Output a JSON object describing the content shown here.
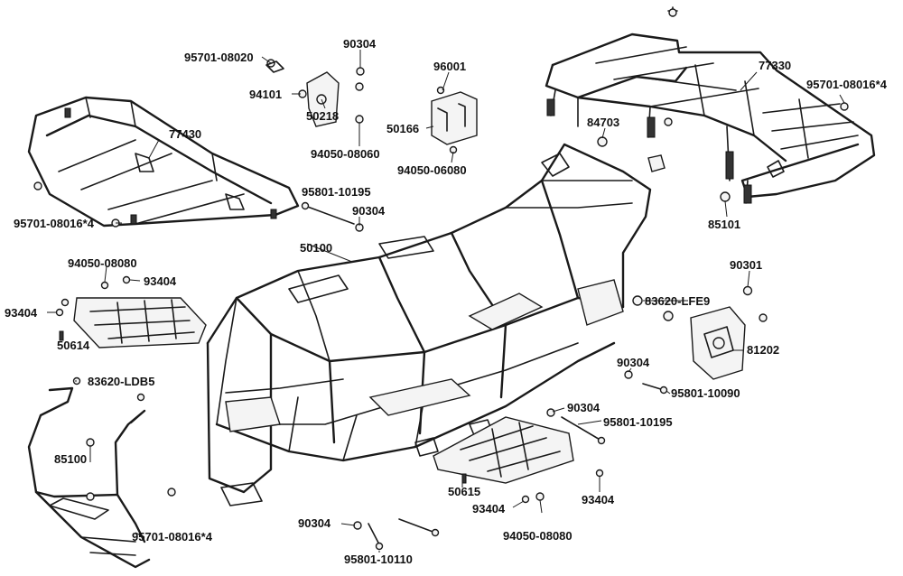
{
  "colors": {
    "ink": "#1a1a1a",
    "background": "#ffffff"
  },
  "labels": {
    "p95701_08020": "95701-08020",
    "p90304_a": "90304",
    "p96001": "96001",
    "p77330": "77330",
    "p95701_08016x4_a": "95701-08016*4",
    "p94101": "94101",
    "p50218": "50218",
    "p94050_08060": "94050-08060",
    "p50166": "50166",
    "p94050_06080": "94050-06080",
    "p84703": "84703",
    "p77430": "77430",
    "p85101": "85101",
    "p95801_10195_a": "95801-10195",
    "p90304_b": "90304",
    "p95701_08016x4_b": "95701-08016*4",
    "p50100": "50100",
    "p94050_08080_a": "94050-08080",
    "p93404_a": "93404",
    "p93404_b": "93404",
    "p90301": "90301",
    "p83620_lfe9": "83620-LFE9",
    "p81202": "81202",
    "p50614": "50614",
    "p83620_ldb5": "83620-LDB5",
    "p90304_c": "90304",
    "p95801_10090": "95801-10090",
    "p90304_d": "90304",
    "p95801_10195_b": "95801-10195",
    "p85100": "85100",
    "p50615": "50615",
    "p93404_c": "93404",
    "p90304_e": "90304",
    "p93404_d": "93404",
    "p94050_08080_b": "94050-08080",
    "p95701_08016x4_c": "95701-08016*4",
    "p95801_10110": "95801-10110"
  }
}
